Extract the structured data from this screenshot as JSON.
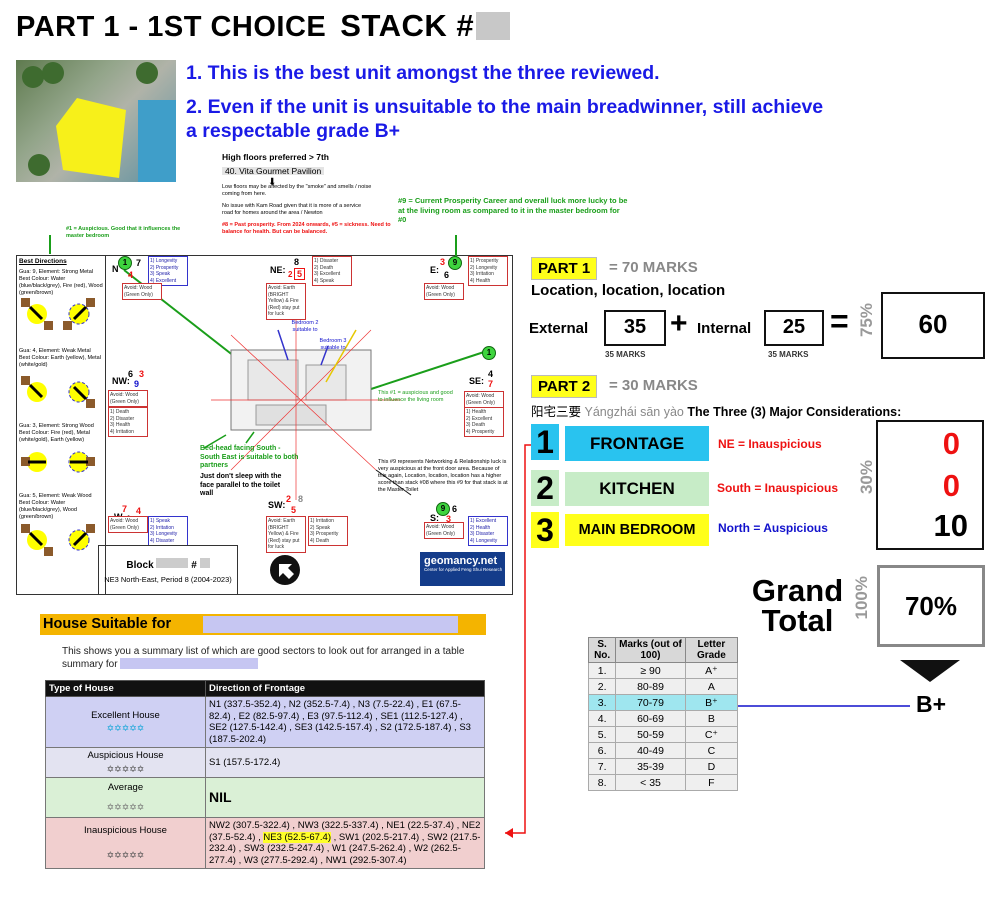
{
  "header": {
    "title": "PART 1 - 1ST CHOICE",
    "stack_label": "STACK #"
  },
  "summary": {
    "point1": "1. This is the best unit amongst the three reviewed.",
    "point2": "2. Even if the unit is unsuitable to the main breadwinner, still achieve a respectable grade B+"
  },
  "plan": {
    "high_floors": "High floors preferred > 7th",
    "pavilion": "40.   Vita Gourmet Pavilion",
    "low_floors_note": "Low floors may be affected by the \"smoke\" and smells / noise coming from here.",
    "road_note": "No issue with Kam        Road given that it is more of a service road for homes around the area / Newton",
    "past_prosperity_note": "#8 = Past prosperity. From 2024 onwards, #5 = sickness. Need to balance for health. But can be balanced.",
    "prosperity_note": "#9 = Current Prosperity Career and overall luck more lucky to be at the living room as compared to it in the master bedroom for #0",
    "auspicious_note": "#1 = Auspicious. Good that it influences the master bedroom",
    "best_directions_title": "Best Directions",
    "best_directions": [
      "Gua: 9, Element: Strong Metal Best Colour: Water (blue/black/grey), Fire (red), Wood (green/brown)",
      "Gua: 4, Element: Weak Metal Best Colour: Earth (yellow), Metal (white/gold)",
      "Gua: 3, Element: Strong Wood Best Colour: Fire (red), Metal (white/gold), Earth (yellow)",
      "Gua: 5, Element: Weak Wood Best Colour: Water (blue/black/grey), Wood (green/brown)"
    ],
    "sectors": {
      "n": {
        "label": "N",
        "a": "1",
        "b": "7",
        "c": "4",
        "items": [
          "1) Longevity",
          "2) Prosperity",
          "3) Speak",
          "4) Excellent"
        ],
        "avoid": "Avoid: Wood (Green Only)"
      },
      "ne": {
        "label": "NE:",
        "a": "8",
        "b": "5",
        "c": "2",
        "items": [
          "1) Disaster",
          "2) Death",
          "3) Excellent",
          "4) Speak"
        ],
        "avoid": "Avoid: Earth (BRIGHT Yellow) & Fire (Red) stay put for luck"
      },
      "e": {
        "label": "E:",
        "a": "3",
        "b": "9",
        "c": "6",
        "items": [
          "1) Prosperity",
          "2) Longevity",
          "3) Irritation",
          "4) Health"
        ],
        "avoid": "Avoid: Wood (Green Only)"
      },
      "nw": {
        "label": "NW:",
        "a": "6",
        "b": "3",
        "c": "9",
        "items": [
          "1) Death",
          "2) Disaster",
          "3) Health",
          "4) Irritation"
        ],
        "avoid": "Avoid: Wood (Green Only)"
      },
      "se": {
        "label": "SE:",
        "a": "1",
        "b": "4",
        "c": "7",
        "items": [
          "1) Health",
          "2) Excellent",
          "3) Death",
          "4) Prosperity"
        ],
        "avoid": "Avoid: Wood (Green Only)"
      },
      "w": {
        "label": "W",
        "a": "7",
        "b": "4",
        "c": "1",
        "items": [
          "1) Speak",
          "2) Irritation",
          "3) Longevity",
          "4) Disaster"
        ],
        "avoid": "Avoid: Wood (Green Only)"
      },
      "sw": {
        "label": "SW:",
        "a": "2",
        "b": "8",
        "c": "5",
        "items": [
          "1) Irritation",
          "2) Speak",
          "3) Prosperity",
          "4) Death"
        ],
        "avoid": "Avoid: Earth (BRIGHT Yellow) & Fire (Red) stay put for luck"
      },
      "s": {
        "label": "S:",
        "a": "9",
        "b": "6",
        "c": "3",
        "items": [
          "1) Excellent",
          "2) Health",
          "3) Disaster",
          "4) Longevity"
        ],
        "avoid": "Avoid: Wood (Green Only)"
      }
    },
    "bedroom2": "Bedroom 2 suitable to",
    "bedroom3": "Bedroom 3 suitable to",
    "se_note": "This #1 = auspicious and good to influence the living room",
    "bedhead_note": "Bed-head facing South - South East is suitable to both partners",
    "sleep_note": "Just don't sleep with the face parallel to the toilet wall",
    "networking_note": "This #9 represents Networking & Relationship luck is very auspicious at the front door area. Because of this again, Location, location, location has a higher score than stack #08 where this #9 for that stack is at the Master Toilet",
    "block_label": "Block",
    "block_hash": "#",
    "block_sub": "NE3 North-East, Period 8 (2004-2023)",
    "logo_text": "geomancy.net",
    "logo_sub": "Center for Applied Feng Shui Research"
  },
  "house_suitable": {
    "title": "House Suitable for",
    "summary": "This shows you a summary list of which are good sectors to look out for arranged in a table summary for",
    "columns": [
      "Type of House",
      "Direction of Frontage"
    ],
    "rows": [
      {
        "type": "Excellent House",
        "stars": "✡✡✡✡✡",
        "directions": "N1 (337.5-352.4) , N2 (352.5-7.4) , N3 (7.5-22.4) , E1 (67.5-82.4) , E2 (82.5-97.4) , E3 (97.5-112.4) , SE1 (112.5-127.4) , SE2 (127.5-142.4) , SE3 (142.5-157.4) , S2 (172.5-187.4) , S3 (187.5-202.4)"
      },
      {
        "type": "Auspicious House",
        "stars": "✡✡✡✡✡",
        "directions": "S1 (157.5-172.4)"
      },
      {
        "type": "Average",
        "stars": "✡✡✡✡✡",
        "directions": "NIL"
      },
      {
        "type": "Inauspicious House",
        "stars": "✡✡✡✡✡",
        "directions_pre": "NW2 (307.5-322.4) , NW3 (322.5-337.4) , NE1 (22.5-37.4) , NE2 (37.5-52.4) , ",
        "directions_hl": "NE3 (52.5-67.4)",
        "directions_post": " , SW1 (202.5-217.4) , SW2 (217.5-232.4) , SW3 (232.5-247.4) , W1 (247.5-262.4) , W2 (262.5-277.4) , W3 (277.5-292.4) , NW1 (292.5-307.4)"
      }
    ]
  },
  "part1": {
    "label": "PART 1",
    "marks": "= 70 MARKS",
    "subtitle": "Location, location, location",
    "external_label": "External",
    "external_score": "35",
    "external_marks": "35 MARKS",
    "plus": "+",
    "internal_label": "Internal",
    "internal_score": "25",
    "internal_marks": "35 MARKS",
    "equals": "=",
    "percent": "75%",
    "total": "60"
  },
  "part2": {
    "label": "PART 2",
    "marks": "= 30 MARKS",
    "chinese": "阳宅三要",
    "pinyin": "Yángzhái sān yào",
    "english": "The Three (3) Major Considerations:",
    "percent": "30%",
    "factors": [
      {
        "num": "1",
        "label": "FRONTAGE",
        "note": "NE = Inauspicious",
        "score": "0"
      },
      {
        "num": "2",
        "label": "KITCHEN",
        "note": "South = Inauspicious",
        "score": "0"
      },
      {
        "num": "3",
        "label": "MAIN BEDROOM",
        "note": "North = Auspicious",
        "score": "10"
      }
    ]
  },
  "grand": {
    "label": "Grand Total",
    "percent": "100%",
    "total": "70%",
    "grade": "B+"
  },
  "grade_table": {
    "columns": [
      "S. No.",
      "Marks (out of 100)",
      "Letter Grade"
    ],
    "rows": [
      [
        "1.",
        "≥ 90",
        "A⁺"
      ],
      [
        "2.",
        "80-89",
        "A"
      ],
      [
        "3.",
        "70-79",
        "B⁺"
      ],
      [
        "4.",
        "60-69",
        "B"
      ],
      [
        "5.",
        "50-59",
        "C⁺"
      ],
      [
        "6.",
        "40-49",
        "C"
      ],
      [
        "7.",
        "35-39",
        "D"
      ],
      [
        "8.",
        "< 35",
        "F"
      ]
    ],
    "highlight_row": 2
  },
  "colors": {
    "accent_blue": "#1a1ae6",
    "frontage": "#29c3ef",
    "kitchen": "#c7ecc7",
    "bedroom": "#ffff1a",
    "inauspicious": "#e11111",
    "auspicious": "#1111cc"
  }
}
